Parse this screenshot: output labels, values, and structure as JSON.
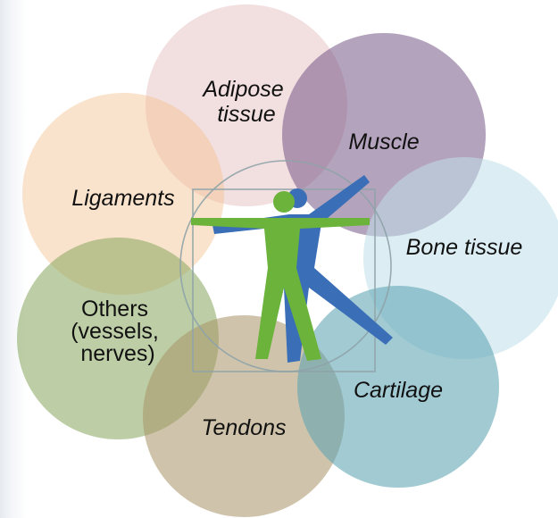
{
  "diagram": {
    "figure_icon": "vitruvian-figures-icon",
    "nodes": [
      {
        "id": "adipose",
        "lines": [
          "Adipose",
          "tissue"
        ],
        "italic": true,
        "color": "#e3b7b7"
      },
      {
        "id": "muscle",
        "lines": [
          "Muscle"
        ],
        "italic": true,
        "color": "#6f4f80"
      },
      {
        "id": "bone",
        "lines": [
          "Bone tissue"
        ],
        "italic": true,
        "color": "#bfe0ea"
      },
      {
        "id": "cartilage",
        "lines": [
          "Cartilage"
        ],
        "italic": true,
        "color": "#5fa3b3"
      },
      {
        "id": "tendons",
        "lines": [
          "Tendons"
        ],
        "italic": true,
        "color": "#a79366"
      },
      {
        "id": "others",
        "lines": [
          "Others",
          "(vessels,",
          "nerves)"
        ],
        "italic": false,
        "color": "#86a55d"
      },
      {
        "id": "ligaments",
        "lines": [
          "Ligaments"
        ],
        "italic": true,
        "color": "#f5c08f"
      }
    ]
  }
}
